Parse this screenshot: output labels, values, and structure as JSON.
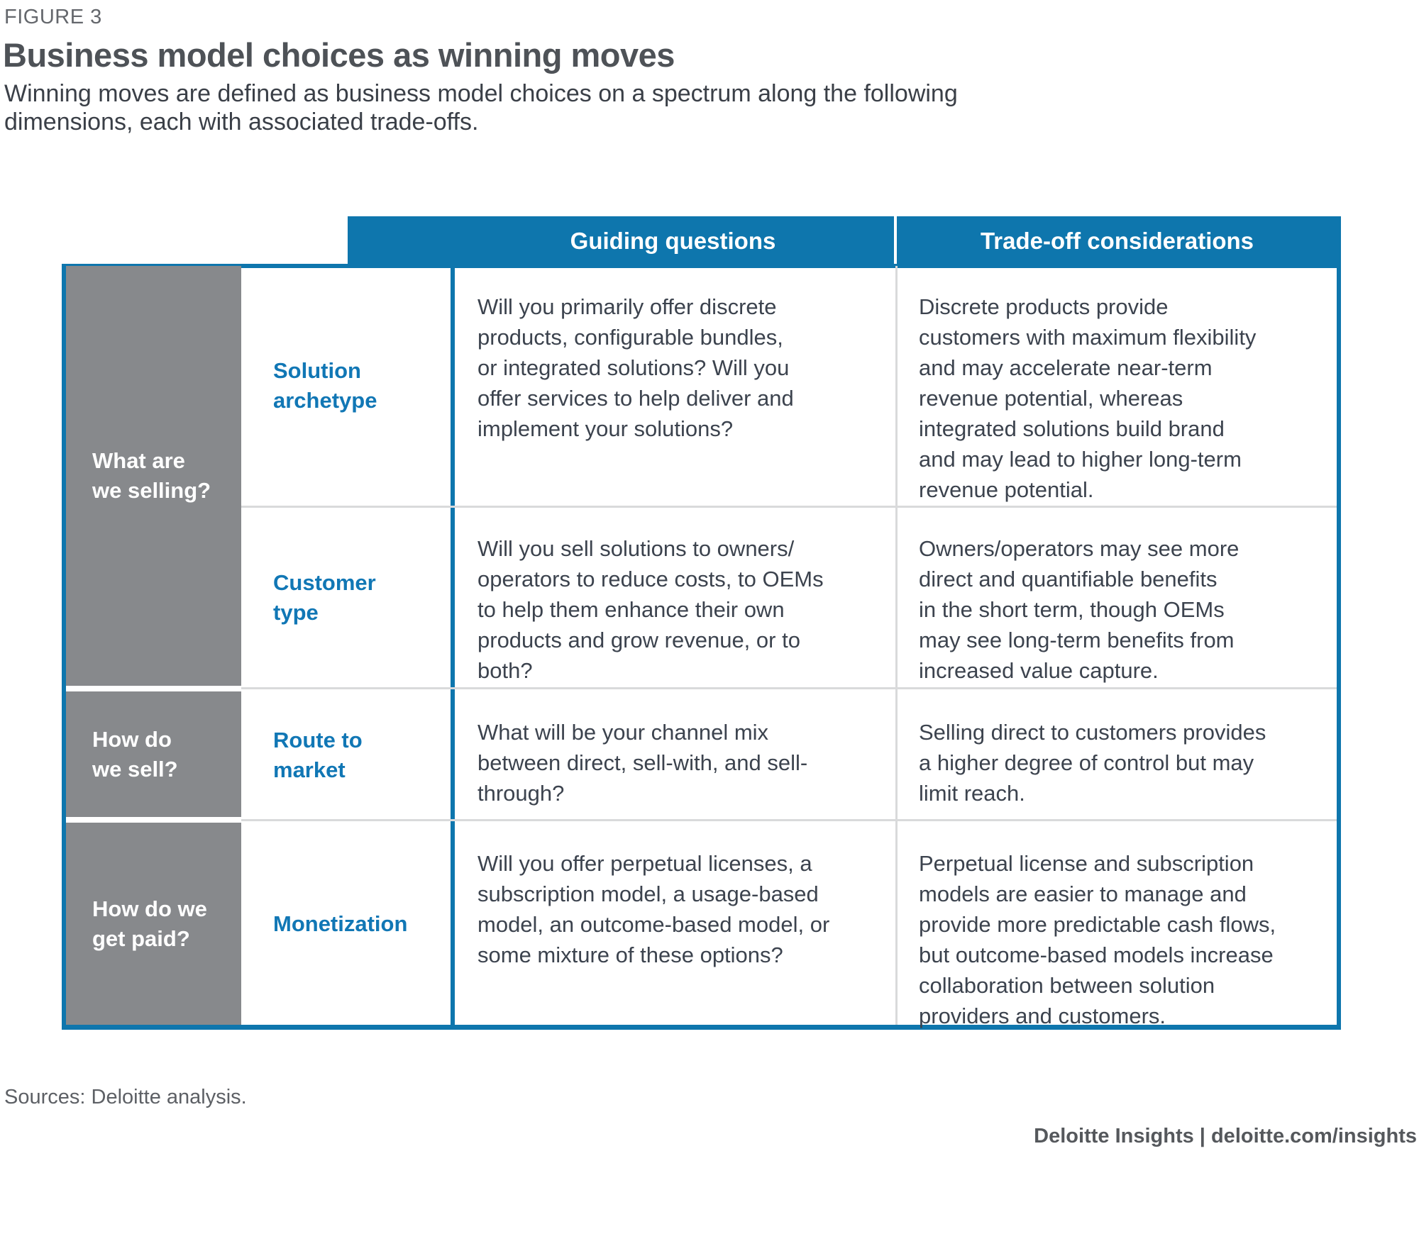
{
  "figure": {
    "label": "FIGURE 3",
    "title": "Business model choices as winning moves",
    "subtitle": "Winning moves are defined as business model choices on a spectrum along the following\ndimensions, each with associated trade-offs."
  },
  "colors": {
    "header_blue": "#0e76ad",
    "label_blue": "#1177b5",
    "group_gray": "#87898c",
    "body_text": "#3c434e",
    "separator_gray": "#d9dadb"
  },
  "table": {
    "column_headers": [
      "Guiding questions",
      "Trade-off considerations"
    ],
    "row_groups": [
      {
        "label": "What are\nwe selling?",
        "rows": [
          {
            "dimension": "Solution\narchetype",
            "question": "Will you primarily offer discrete\nproducts, configurable bundles,\nor integrated solutions? Will you\noffer services to help deliver and\nimplement your solutions?",
            "tradeoff": "Discrete products provide\ncustomers with maximum flexibility\nand may accelerate near-term\nrevenue potential, whereas\nintegrated solutions build brand\nand may lead to higher long-term\nrevenue potential."
          },
          {
            "dimension": "Customer\ntype",
            "question": "Will you sell solutions to owners/\noperators to reduce costs, to OEMs\nto help them enhance their own\nproducts and grow revenue, or to\nboth?",
            "tradeoff": "Owners/operators may see more\ndirect and quantifiable benefits\nin the short term, though OEMs\nmay see long-term benefits from\nincreased value capture."
          }
        ]
      },
      {
        "label": "How do\nwe sell?",
        "rows": [
          {
            "dimension": "Route to\nmarket",
            "question": "What will be your channel mix\nbetween direct, sell-with, and sell-\nthrough?",
            "tradeoff": "Selling direct to customers provides\na higher degree of control but may\nlimit reach."
          }
        ]
      },
      {
        "label": "How do we\nget paid?",
        "rows": [
          {
            "dimension": "Monetization",
            "question": "Will you offer perpetual licenses, a\nsubscription model, a usage-based\nmodel, an outcome-based model, or\nsome mixture of these options?",
            "tradeoff": "Perpetual license and subscription\nmodels are easier to manage and\nprovide more predictable cash flows,\nbut outcome-based models increase\ncollaboration between solution\nproviders and customers."
          }
        ]
      }
    ]
  },
  "footer": {
    "sources": "Sources: Deloitte analysis.",
    "branding": "Deloitte Insights | deloitte.com/insights"
  }
}
